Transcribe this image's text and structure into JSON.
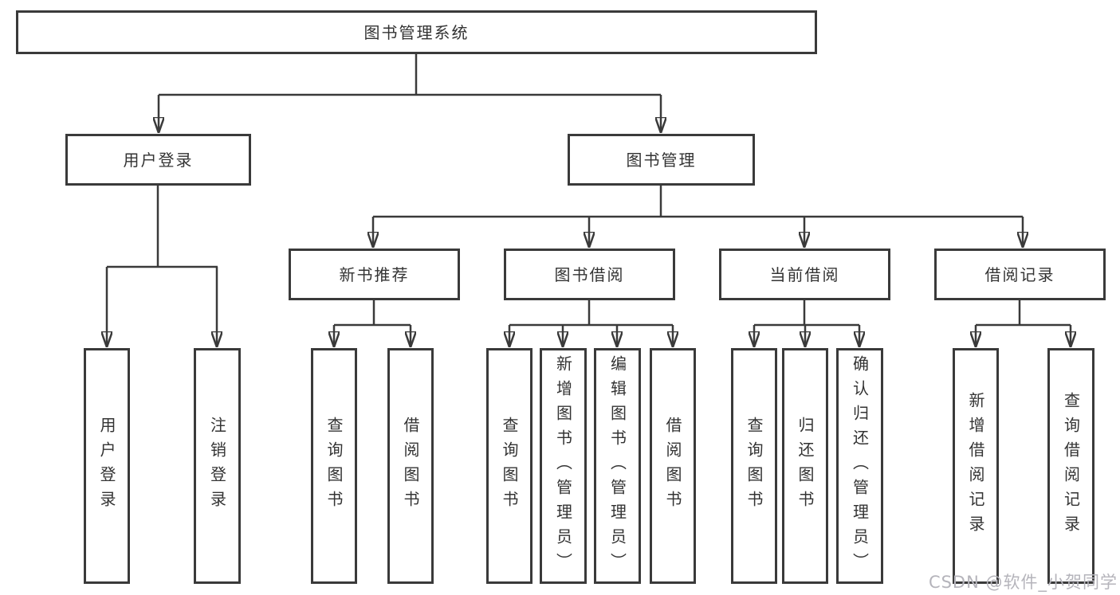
{
  "diagram": {
    "title": "图书管理系统",
    "root": {
      "label": "图书管理系统"
    },
    "branches": [
      {
        "label": "用户登录",
        "children": [
          {
            "label": "用户登录"
          },
          {
            "label": "注销登录"
          }
        ]
      },
      {
        "label": "图书管理",
        "children": [
          {
            "label": "新书推荐",
            "children": [
              {
                "label": "查询图书"
              },
              {
                "label": "借阅图书"
              }
            ]
          },
          {
            "label": "图书借阅",
            "children": [
              {
                "label": "查询图书"
              },
              {
                "label": "新增图书（管理员）"
              },
              {
                "label": "编辑图书（管理员）"
              },
              {
                "label": "借阅图书"
              }
            ]
          },
          {
            "label": "当前借阅",
            "children": [
              {
                "label": "查询图书"
              },
              {
                "label": "归还图书"
              },
              {
                "label": "确认归还（管理员）"
              }
            ]
          },
          {
            "label": "借阅记录",
            "children": [
              {
                "label": "新增借阅记录"
              },
              {
                "label": "查询借阅记录"
              }
            ]
          }
        ]
      }
    ]
  },
  "watermark": {
    "text": "CSDN @软件_小贺同学"
  },
  "colors": {
    "line": "#3a3a3a",
    "box_border": "#3a3a3a",
    "text": "#333333",
    "background": "#ffffff",
    "watermark": "#b5b4bb"
  }
}
